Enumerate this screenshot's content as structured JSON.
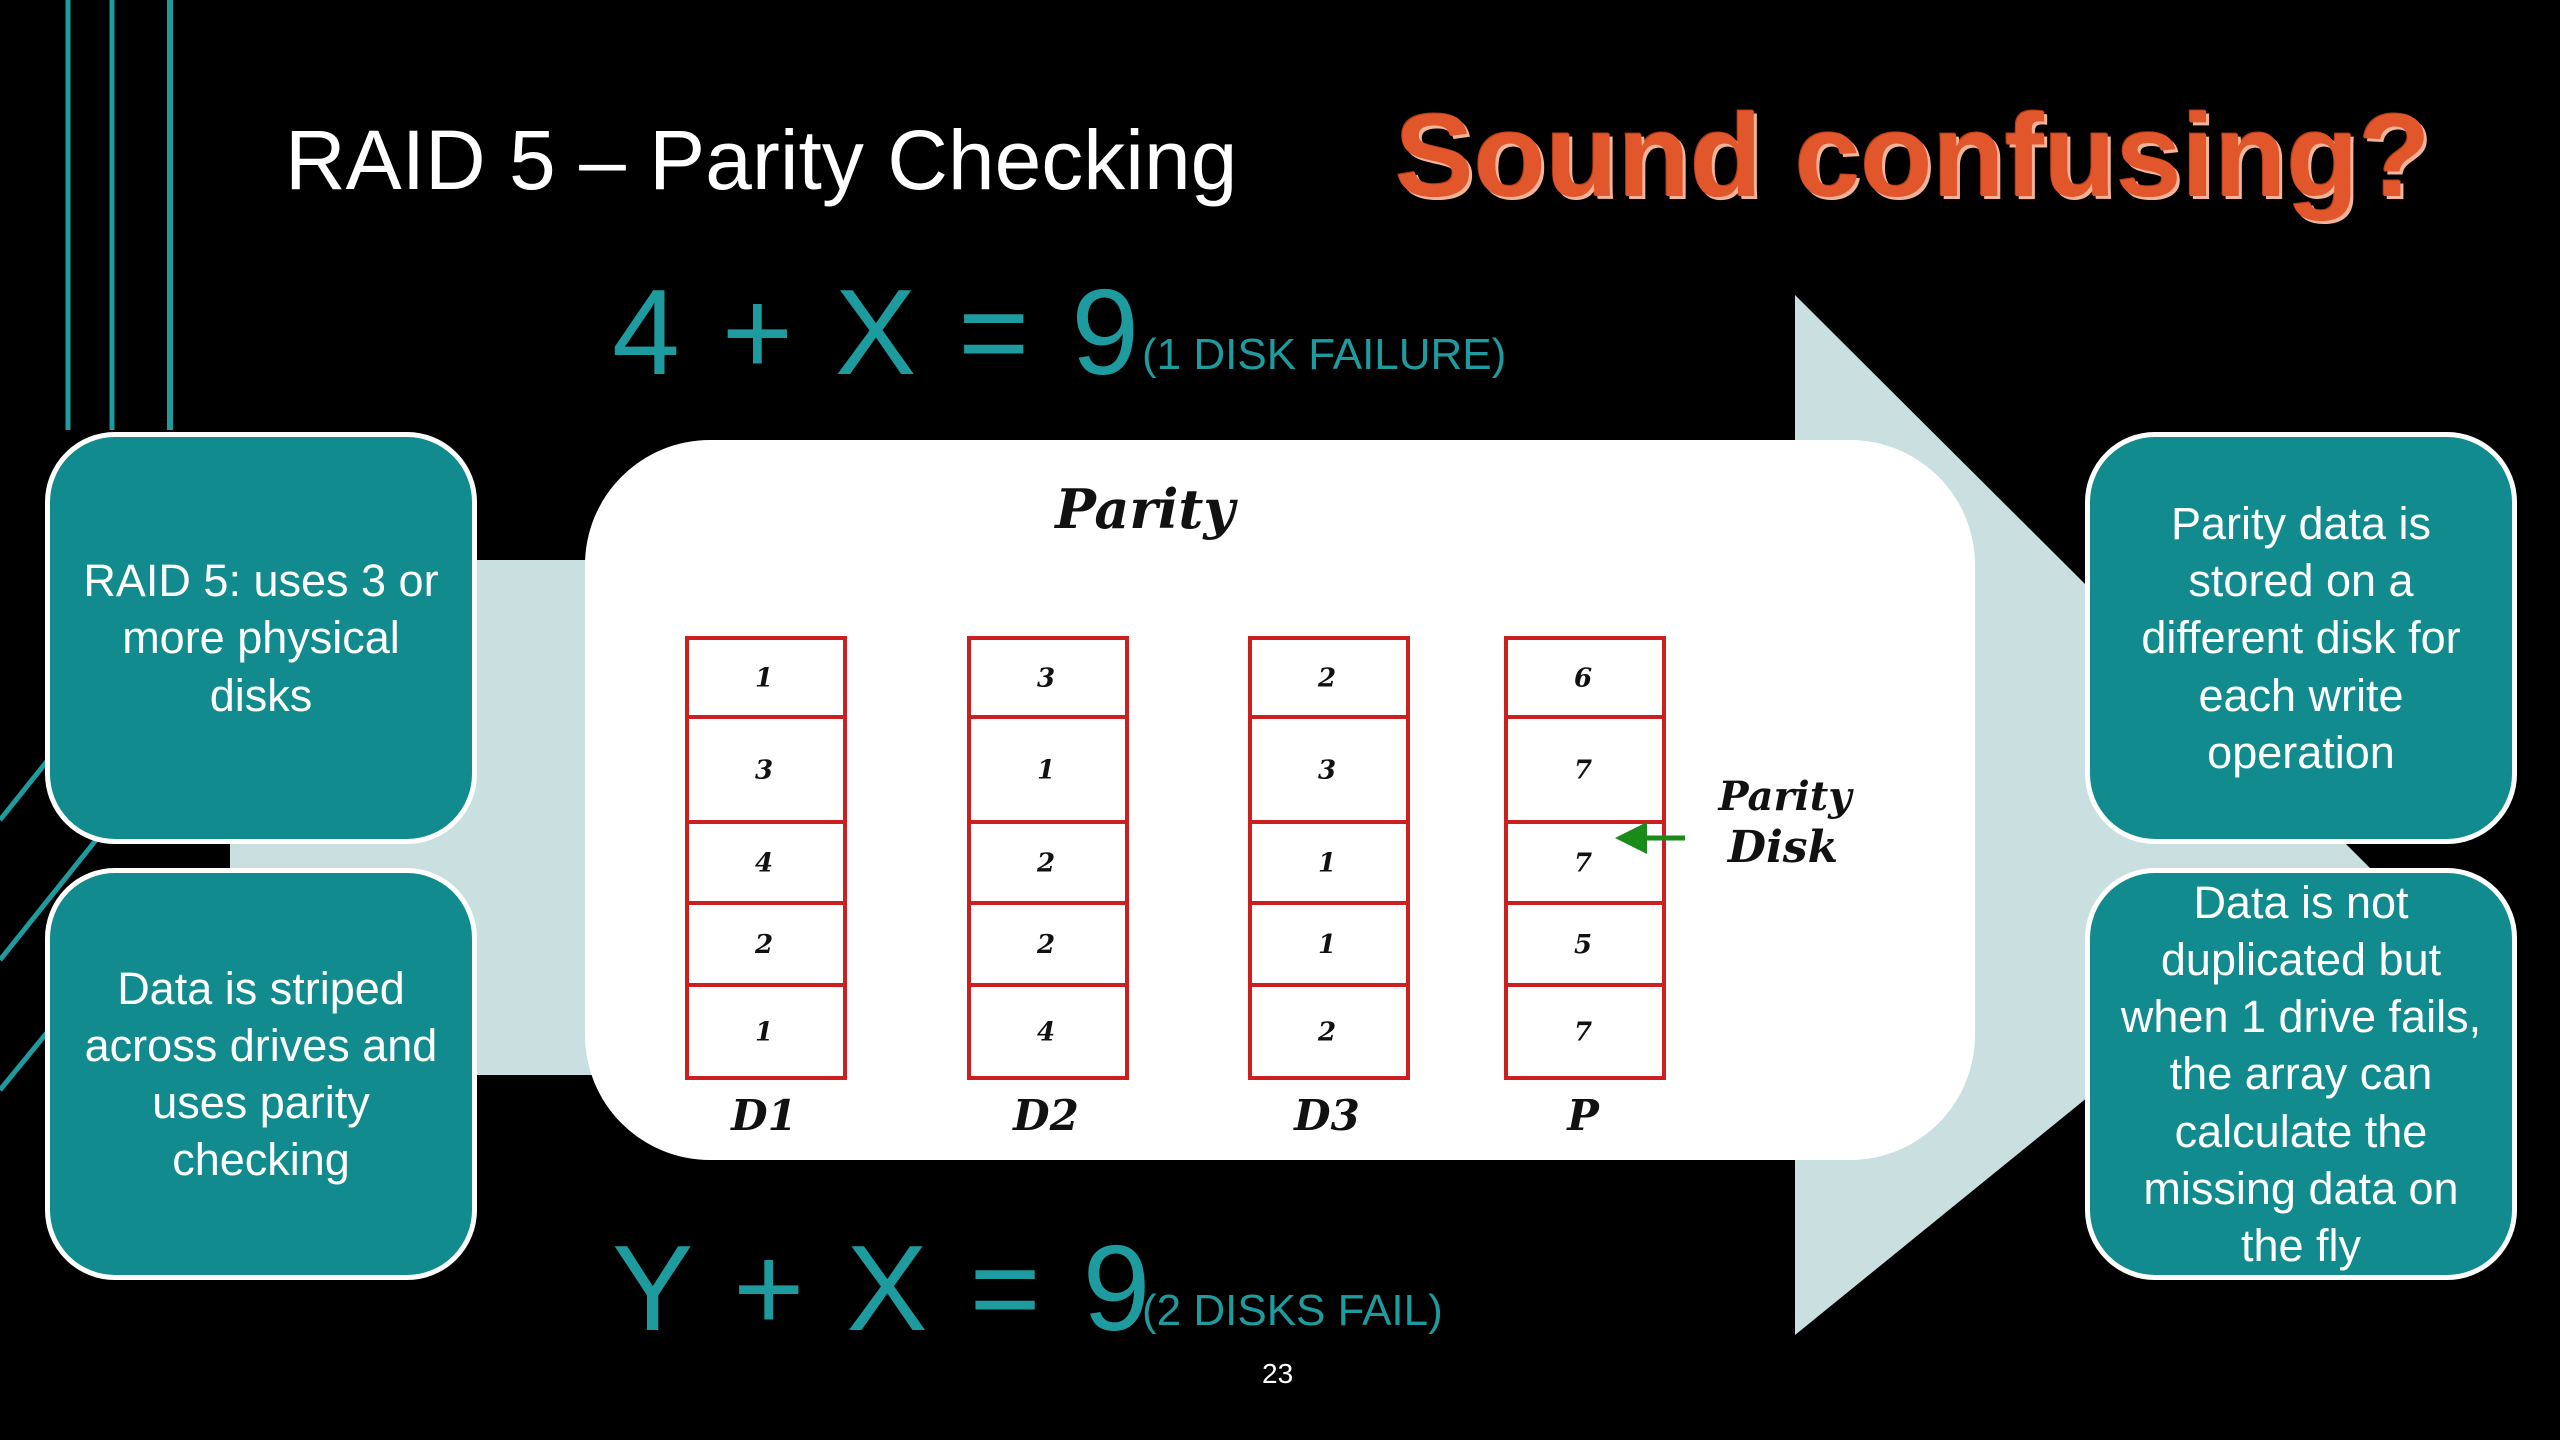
{
  "slide": {
    "title": "RAID 5 – Parity Checking",
    "headline": "Sound confusing?",
    "page_number": "23"
  },
  "equations": {
    "top": {
      "expr": "4 + X = 9",
      "note": "(1 DISK FAILURE)"
    },
    "bottom": {
      "expr": "Y + X = 9",
      "note": "(2 DISKS FAIL)"
    }
  },
  "left_boxes": [
    {
      "text": "RAID 5: uses 3 or more physical disks"
    },
    {
      "text": "Data is striped across drives and uses parity checking"
    }
  ],
  "right_boxes": [
    {
      "text": "Parity data is stored on a different disk for each write operation"
    },
    {
      "text": "Data is not duplicated but when 1 drive fails, the array can calculate the missing data on the fly"
    }
  ],
  "diagram": {
    "title": "Parity",
    "parity_label_line1": "Parity",
    "parity_label_line2": "Disk",
    "disks": [
      {
        "label": "D1",
        "values": [
          "1",
          "3",
          "4",
          "2",
          "1"
        ]
      },
      {
        "label": "D2",
        "values": [
          "3",
          "1",
          "2",
          "2",
          "4"
        ]
      },
      {
        "label": "D3",
        "values": [
          "2",
          "3",
          "1",
          "1",
          "2"
        ]
      },
      {
        "label": "P",
        "values": [
          "6",
          "7",
          "7",
          "5",
          "7"
        ]
      }
    ]
  },
  "colors": {
    "teal": "#118b8e",
    "teal_text": "#1e9b9e",
    "headline_orange": "#e2562b",
    "arrow_fill": "#cadfdf",
    "cell_red": "#cc1f1f",
    "pointer_green": "#1a8a1a"
  }
}
